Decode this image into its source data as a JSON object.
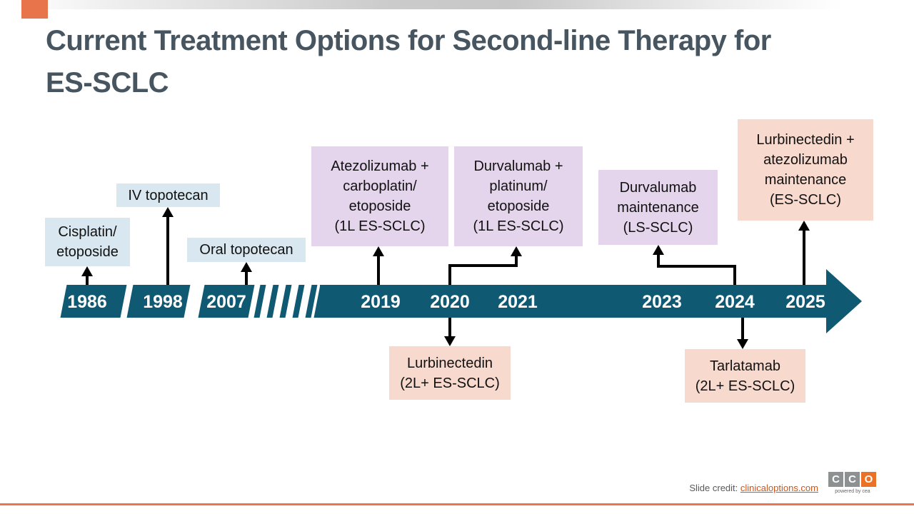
{
  "title": {
    "line1": "Current Treatment Options for Second-line Therapy for",
    "line2": "ES-SCLC"
  },
  "timeline": {
    "years": [
      "1986",
      "1998",
      "2007",
      "2019",
      "2020",
      "2021",
      "2023",
      "2024",
      "2025"
    ]
  },
  "events": {
    "cisplatin_etoposide": {
      "lines": [
        "Cisplatin/",
        "etoposide"
      ]
    },
    "iv_topotecan": {
      "lines": [
        "IV topotecan"
      ]
    },
    "oral_topotecan": {
      "lines": [
        "Oral topotecan"
      ]
    },
    "atezolizumab_carboplatin": {
      "lines": [
        "Atezolizumab +",
        "carboplatin/",
        "etoposide",
        "(1L ES-SCLC)"
      ]
    },
    "durvalumab_platinum": {
      "lines": [
        "Durvalumab +",
        "platinum/",
        "etoposide",
        "(1L ES-SCLC)"
      ]
    },
    "durvalumab_maintenance": {
      "lines": [
        "Durvalumab",
        "maintenance",
        "(LS-SCLC)"
      ]
    },
    "lurbinectedin_atezolizumab": {
      "lines": [
        "Lurbinectedin +",
        "atezolizumab",
        "maintenance",
        "(ES-SCLC)"
      ]
    },
    "lurbinectedin": {
      "lines": [
        "Lurbinectedin",
        "(2L+ ES-SCLC)"
      ]
    },
    "tarlatamab": {
      "lines": [
        "Tarlatamab",
        "(2L+ ES-SCLC)"
      ]
    }
  },
  "footer": {
    "credit_label": "Slide credit: ",
    "credit_link": "clinicaloptions.com",
    "logo_letters": [
      "C",
      "C",
      "O"
    ],
    "powered_by": "powered by cea"
  },
  "colors": {
    "timeline_teal": "#0F5A72",
    "box_light_blue": "#D9E8F0",
    "box_purple": "#E5D5EC",
    "box_peach": "#F8D9CE",
    "accent_orange": "#E8744B",
    "logo_orange": "#EA7125",
    "link_orange": "#C9571E",
    "title_text": "#465560"
  }
}
